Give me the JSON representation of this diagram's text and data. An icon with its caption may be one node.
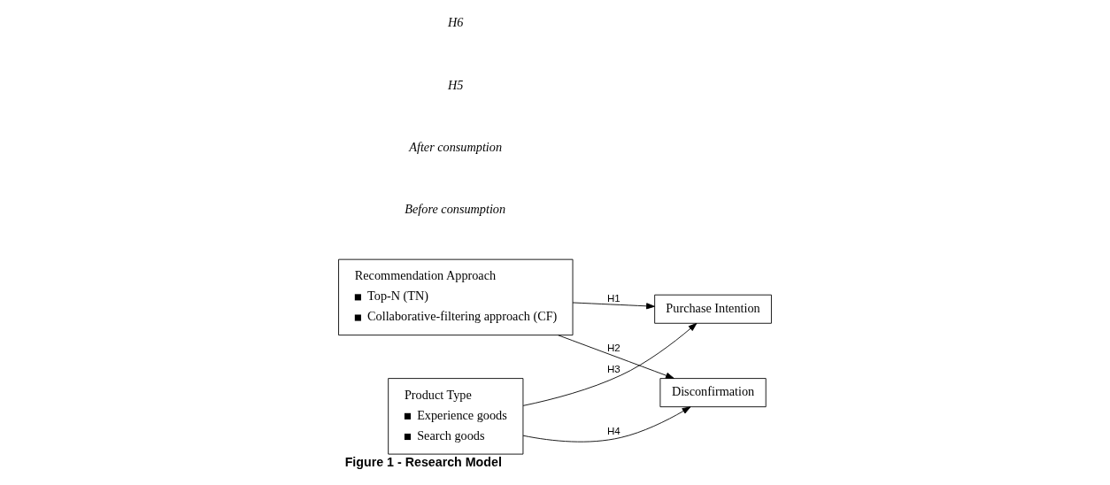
{
  "diagram": {
    "caption": "Figure 1 - Research Model",
    "nodes": [
      {
        "text": [
          "Recommendation Approach",
          "Top-N (TN)",
          "Collaborative-filtering approach (CF)"
        ]
      },
      {
        "text": [
          "Product Type",
          "Experience goods",
          "Search goods"
        ]
      },
      {
        "text": [
          "Purchase Intention"
        ]
      },
      {
        "text": [
          "Disconfirmation"
        ]
      }
    ],
    "edges": [
      {
        "from": 0,
        "to": 2,
        "arrow": "to",
        "label": "H1"
      },
      {
        "from": 0,
        "to": 3,
        "arrow": "to",
        "label": "H2"
      },
      {
        "from": 1,
        "to": 2,
        "arrow": "to",
        "label": "H3"
      },
      {
        "from": 1,
        "to": 3,
        "arrow": "to",
        "label": "H4"
      }
    ],
    "labels": [
      "Before consumption",
      "After consumption",
      "H5",
      "H6"
    ]
  }
}
